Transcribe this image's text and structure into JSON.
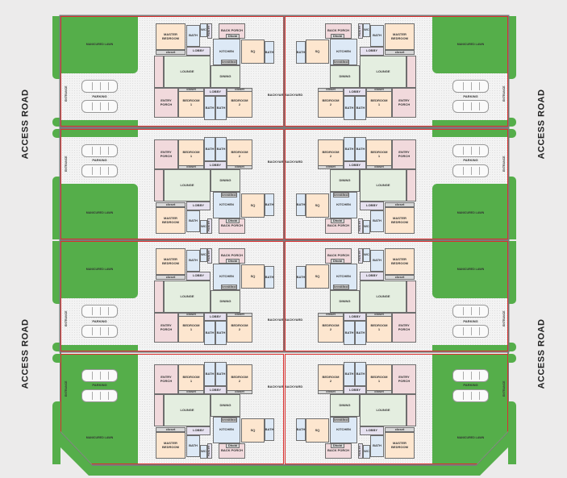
{
  "site": {
    "access_road": "ACCESS ROAD",
    "entrance": "ENTRANCE",
    "parking": "PARKING",
    "lawn": "MANICURED LAWN",
    "backyard": "BACKYARD"
  },
  "rooms": {
    "master_bedroom": "MASTER\nBEDROOM",
    "closet": "closet",
    "bath": "BATH",
    "wc": "WC",
    "pantry": "PANTRY",
    "back_porch": "BACK PORCH",
    "dhobi": "Dhobi",
    "lobby": "LOBBY",
    "kitchen": "KITCHEN",
    "breakfast": "breakfast",
    "sq": "SQ",
    "lounge": "LOUNGE",
    "dining": "DINING",
    "entry_porch": "ENTRY PORCH",
    "bedroom_1": "BEDROOM\n1",
    "bedroom_2": "BEDROOM\n2"
  },
  "colors": {
    "lawn": "#55ae4a",
    "bedroom": "#fde6cf",
    "bath": "#dde9f6",
    "lobby": "#e6e1ef",
    "porch": "#f1d9dc",
    "living": "#e4eee0",
    "closet": "#d8d8d8",
    "property_line": "#d9302f"
  }
}
